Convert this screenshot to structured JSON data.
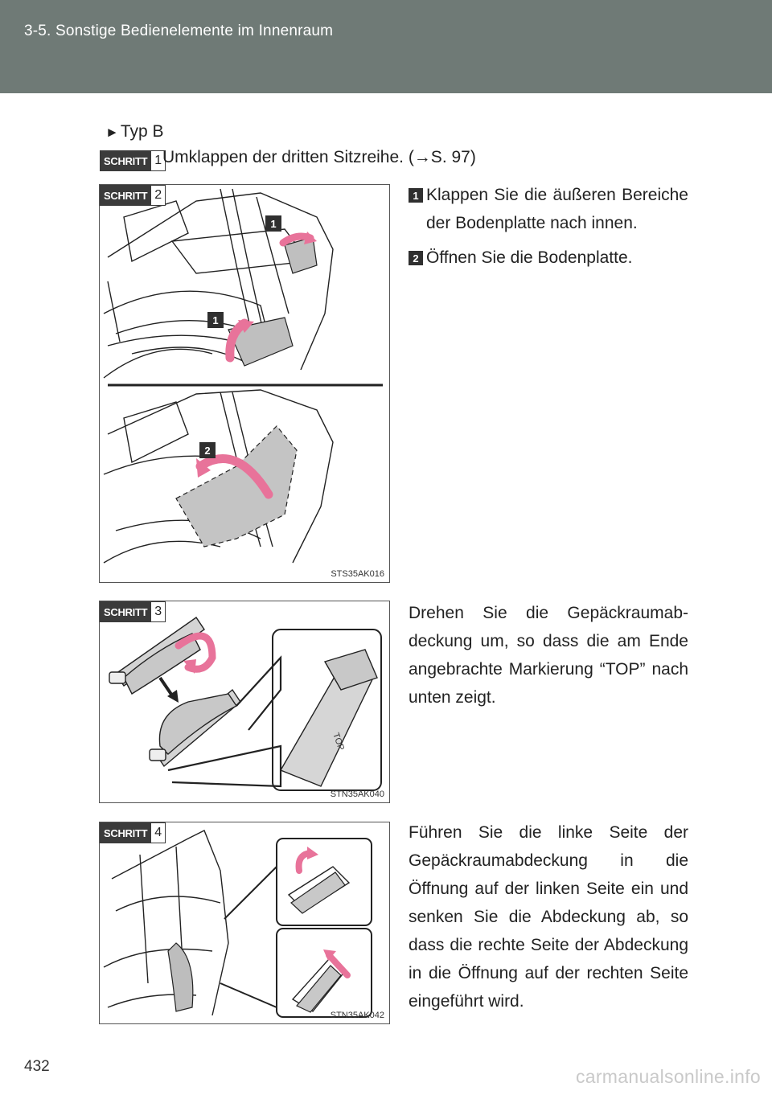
{
  "header": {
    "section_title": "3-5. Sonstige Bedienelemente im Innenraum"
  },
  "typ_label": "Typ B",
  "step_word": "SCHRITT",
  "steps": [
    {
      "number": "1",
      "text": "Umklappen der dritten Sitzreihe. (→S. 97)"
    },
    {
      "number": "2",
      "items": [
        {
          "marker": "1",
          "text": "Klappen Sie die äußeren Bereiche der Bodenplatte nach innen."
        },
        {
          "marker": "2",
          "text": "Öffnen Sie die Bodenplatte."
        }
      ],
      "figure_code": "STS35AK016",
      "callouts": [
        "1",
        "1",
        "2"
      ]
    },
    {
      "number": "3",
      "text": "Drehen Sie die Gepäckraumab-deckung um, so dass die am Ende angebrachte Markierung “TOP” nach unten zeigt.",
      "figure_code": "STN35AK040",
      "figure_label": "TOP"
    },
    {
      "number": "4",
      "text": "Führen Sie die linke Seite der Gepäckraumabdeckung in die Öffnung auf der linken Seite ein und senken Sie die Abdeckung ab, so dass die rechte Seite der Abdeckung in die Öffnung auf der rechten Seite eingeführt wird.",
      "figure_code": "STN35AK042"
    }
  ],
  "page_number": "432",
  "watermark": "carmanualsonline.info",
  "colors": {
    "header_bg": "#6f7a76",
    "arrow_pink": "#e8739a",
    "badge_dark": "#3b3b3b"
  }
}
